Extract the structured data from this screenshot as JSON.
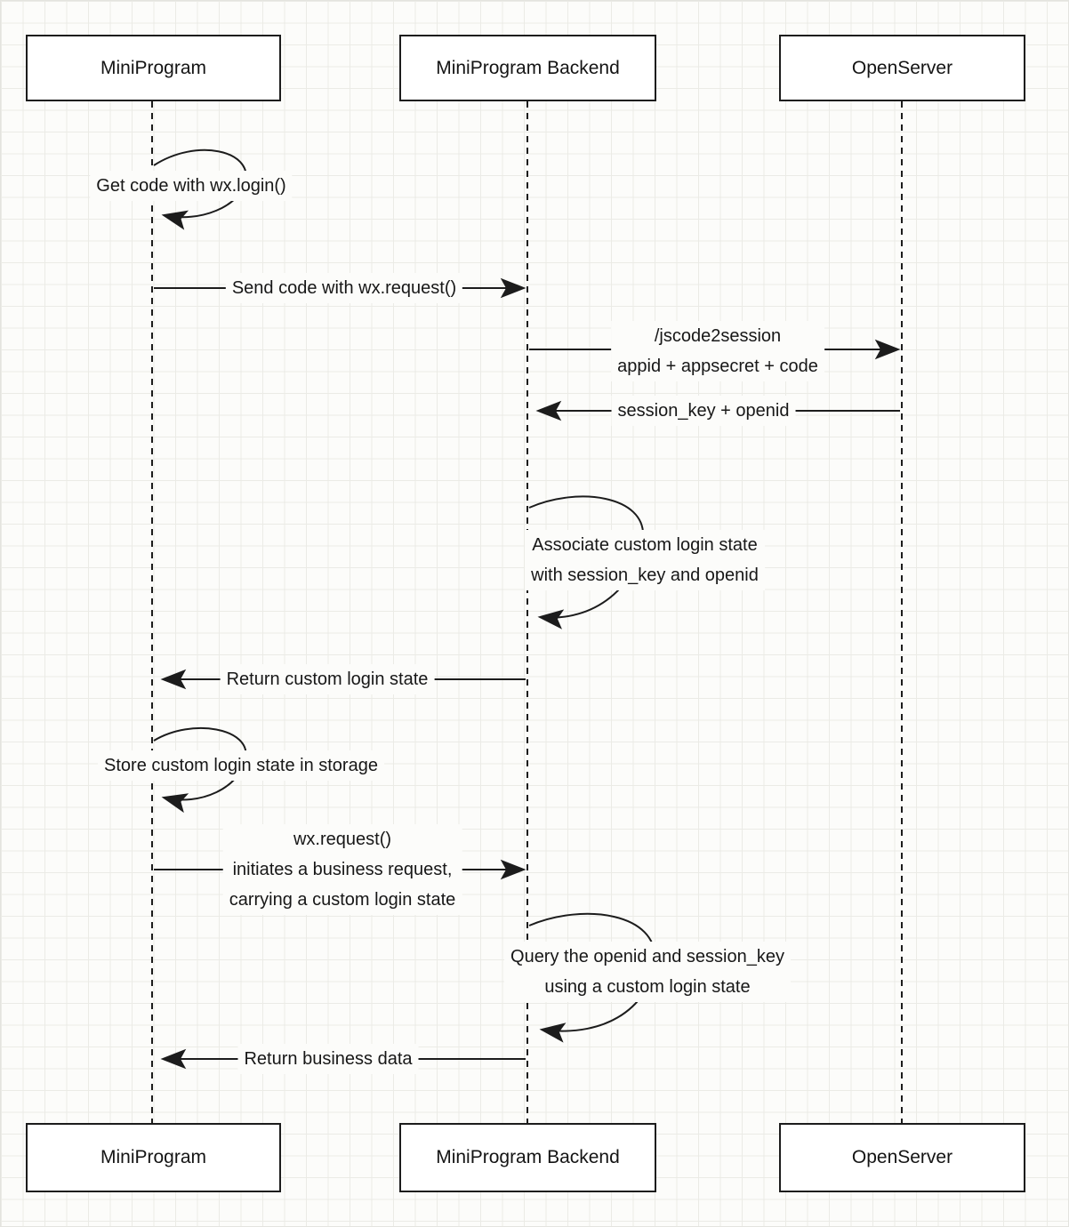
{
  "colors": {
    "line": "#1c1c1c",
    "background": "#fcfcfa",
    "grid": "#ebebe6",
    "box_fill": "#ffffff",
    "text": "#171717"
  },
  "actors": {
    "top": [
      "MiniProgram",
      "MiniProgram Backend",
      "OpenServer"
    ],
    "bottom": [
      "MiniProgram",
      "MiniProgram Backend",
      "OpenServer"
    ]
  },
  "messages": [
    {
      "kind": "self",
      "lifeline": "MiniProgram",
      "lines": [
        "Get code with wx.login()"
      ]
    },
    {
      "kind": "arrow",
      "from": "MiniProgram",
      "to": "MiniProgram Backend",
      "lines": [
        "Send code with wx.request()"
      ]
    },
    {
      "kind": "arrow",
      "from": "MiniProgram Backend",
      "to": "OpenServer",
      "lines": [
        "/jscode2session",
        "appid + appsecret + code"
      ]
    },
    {
      "kind": "arrow",
      "from": "OpenServer",
      "to": "MiniProgram Backend",
      "lines": [
        "session_key + openid"
      ]
    },
    {
      "kind": "self",
      "lifeline": "MiniProgram Backend",
      "lines": [
        "Associate custom login state",
        "with session_key and openid"
      ]
    },
    {
      "kind": "arrow",
      "from": "MiniProgram Backend",
      "to": "MiniProgram",
      "lines": [
        "Return custom login state"
      ]
    },
    {
      "kind": "self",
      "lifeline": "MiniProgram",
      "lines": [
        "Store custom login state in storage"
      ]
    },
    {
      "kind": "arrow",
      "from": "MiniProgram",
      "to": "MiniProgram Backend",
      "lines": [
        "wx.request()",
        "initiates a business request,",
        "carrying a custom login state"
      ]
    },
    {
      "kind": "self",
      "lifeline": "MiniProgram Backend",
      "lines": [
        "Query the openid and session_key",
        "using a custom login state"
      ]
    },
    {
      "kind": "arrow",
      "from": "MiniProgram Backend",
      "to": "MiniProgram",
      "lines": [
        "Return business data"
      ]
    }
  ]
}
